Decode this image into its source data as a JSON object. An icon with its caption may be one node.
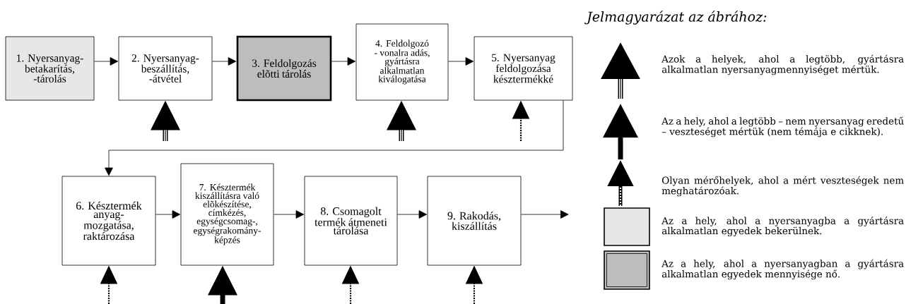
{
  "diagram": {
    "nodes": [
      {
        "text": [
          "1. Nyersanyag-betakarítás, -tárolás"
        ]
      },
      {
        "text": [
          "2. Nyersanyag-beszállítás, -átvétel"
        ]
      },
      {
        "text": [
          "3. Feldolgozás elõtti tárolás"
        ]
      },
      {
        "text": [
          "4. Feldolgozó - vonalra adás, gyártásra alkalmatlan kiválogatása"
        ]
      },
      {
        "text": [
          "5. Nyersanyag feldolgozása késztermékké"
        ]
      },
      {
        "text": [
          "6. Késztermék anyag-mozgatása, raktározása"
        ]
      },
      {
        "text": [
          "7. Késztermék kiszállításra való elõkészítése, címkézés, egységcsomag-, egységrakomány-képzés"
        ]
      },
      {
        "text": [
          "8. Csomagolt termék átmeneti tárolása"
        ]
      },
      {
        "text": [
          "9. Rakodás, kiszállítás"
        ]
      }
    ],
    "edges": [
      {
        "from": 0,
        "to": 1,
        "arrow": "to"
      },
      {
        "from": 1,
        "to": 2,
        "arrow": "to"
      },
      {
        "from": 2,
        "to": 3,
        "arrow": "to"
      },
      {
        "from": 3,
        "to": 4,
        "arrow": "to"
      },
      {
        "from": 4,
        "to": 5,
        "arrow": "to"
      },
      {
        "from": 5,
        "to": 6,
        "arrow": "to"
      },
      {
        "from": 6,
        "to": 7,
        "arrow": "to"
      },
      {
        "from": 7,
        "to": 8,
        "arrow": "to"
      },
      {
        "from": 8,
        "to": null,
        "arrow": "to"
      },
      {
        "from": null,
        "to": 1,
        "arrow": "to",
        "style": "thick"
      },
      {
        "from": null,
        "to": 3,
        "arrow": "to",
        "style": "thick"
      },
      {
        "from": null,
        "to": 4,
        "arrow": "to",
        "style": "dashed"
      },
      {
        "from": null,
        "to": 5,
        "arrow": "to",
        "style": "dashed"
      },
      {
        "from": null,
        "to": 6,
        "arrow": "to",
        "style": "thick"
      },
      {
        "from": null,
        "to": 7,
        "arrow": "to",
        "style": "dashed"
      },
      {
        "from": null,
        "to": 8,
        "arrow": "to",
        "style": "dashed"
      }
    ],
    "labels": [
      "Jelmagyarázat az ábrához:"
    ],
    "legend": [
      {
        "text": "Azok a helyek, ahol a legtöbb, gyártásra alkalmatlan nyersanyagmennyiséget mértük."
      },
      {
        "text": "Az a hely, ahol a legtöbb – nem nyersanyag eredetű – veszteséget mértük (nem témája e cikknek)."
      },
      {
        "text": "Olyan mérőhelyek, ahol a mért veszteségek nem meghatározóak."
      },
      {
        "text": "Az a hely, ahol a nyersanyagba a gyártásra alkalmatlan egyedek bekerülnek.",
        "color": "#e6e7e8"
      },
      {
        "text": "Az a hely, ahol a nyersanyagban a gyártásra alkalmatlan egyedek mennyisége nő.",
        "color": "#bdbdbd"
      }
    ]
  }
}
